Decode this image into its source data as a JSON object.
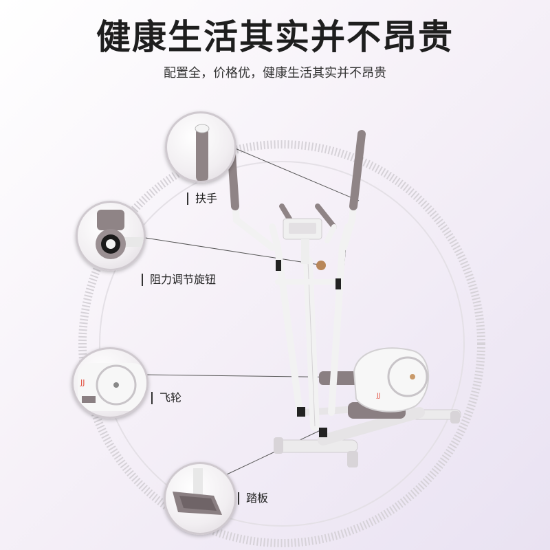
{
  "header": {
    "title": "健康生活其实并不昂贵",
    "subtitle": "配置全，价格优，健康生活其实并不昂贵"
  },
  "callouts": {
    "handle": "扶手",
    "resistance_knob": "阻力调节旋钮",
    "flywheel": "飞轮",
    "pedal": "踏板"
  },
  "colors": {
    "frame": "#f4f4f4",
    "grip": "#8f8486",
    "accent": "#b0a6a8",
    "brand_red": "#e04a3a"
  }
}
